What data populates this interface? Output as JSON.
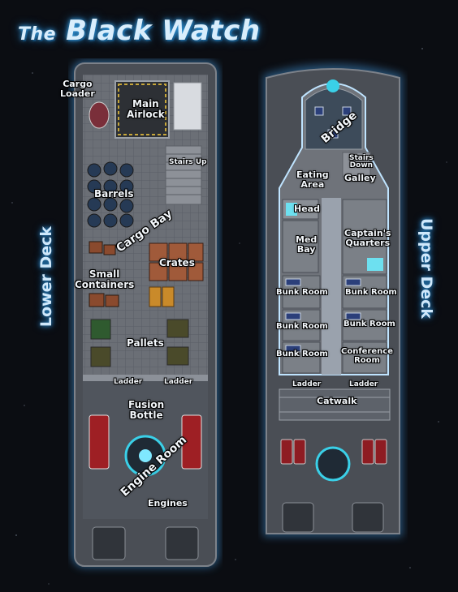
{
  "title": {
    "prefix": "The",
    "name": "Black Watch"
  },
  "decks": {
    "lower": {
      "side_label": "Lower Deck",
      "rooms": {
        "cargo_loader": "Cargo\nLoader",
        "main_airlock": "Main\nAirlock",
        "stairs_up": "Stairs Up",
        "barrels": "Barrels",
        "cargo_bay": "Cargo Bay",
        "small_containers": "Small\nContainers",
        "crates": "Crates",
        "pallets": "Pallets",
        "ladder_left": "Ladder",
        "ladder_right": "Ladder",
        "fusion_bottle": "Fusion\nBottle",
        "engine_room": "Engine Room",
        "engines": "Engines"
      }
    },
    "upper": {
      "side_label": "Upper Deck",
      "rooms": {
        "bridge": "Bridge",
        "stairs_down": "Stairs\nDown",
        "eating_area": "Eating\nArea",
        "galley": "Galley",
        "head": "Head",
        "med_bay": "Med\nBay",
        "captains_quarters": "Captain's\nQuarters",
        "bunk_room_1": "Bunk Room",
        "bunk_room_2": "Bunk Room",
        "bunk_room_3": "Bunk Room",
        "bunk_room_4": "Bunk Room",
        "bunk_room_5": "Bunk Room",
        "conference_room": "Conference\nRoom",
        "ladder_left": "Ladder",
        "ladder_right": "Ladder",
        "catwalk": "Catwalk"
      }
    }
  },
  "colors": {
    "glow": "#3aa4e6",
    "hull": "#4b5058",
    "floor": "#6d7178",
    "background": "#0b0d12"
  }
}
